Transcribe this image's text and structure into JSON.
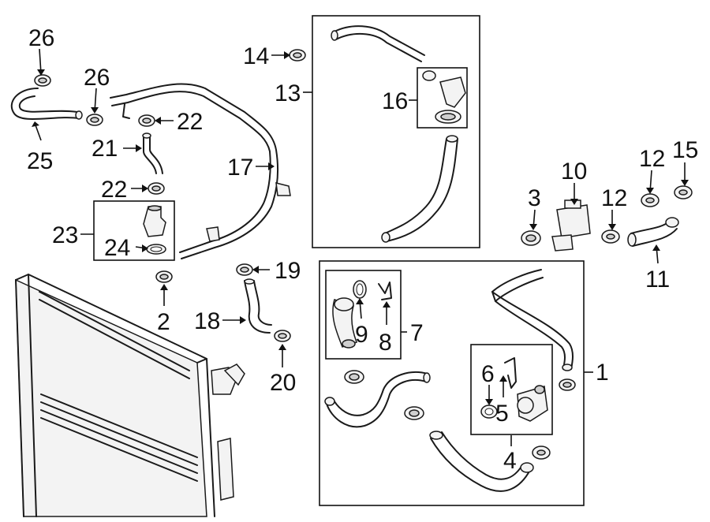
{
  "callouts": [
    {
      "id": "c26a",
      "label": "26"
    },
    {
      "id": "c26b",
      "label": "26"
    },
    {
      "id": "c25",
      "label": "25"
    },
    {
      "id": "c21",
      "label": "21"
    },
    {
      "id": "c22a",
      "label": "22"
    },
    {
      "id": "c22b",
      "label": "22"
    },
    {
      "id": "c23",
      "label": "23"
    },
    {
      "id": "c24",
      "label": "24"
    },
    {
      "id": "c2",
      "label": "2"
    },
    {
      "id": "c14",
      "label": "14"
    },
    {
      "id": "c13",
      "label": "13"
    },
    {
      "id": "c16",
      "label": "16"
    },
    {
      "id": "c17",
      "label": "17"
    },
    {
      "id": "c19",
      "label": "19"
    },
    {
      "id": "c18",
      "label": "18"
    },
    {
      "id": "c20",
      "label": "20"
    },
    {
      "id": "c3",
      "label": "3"
    },
    {
      "id": "c10",
      "label": "10"
    },
    {
      "id": "c12a",
      "label": "12"
    },
    {
      "id": "c12b",
      "label": "12"
    },
    {
      "id": "c15",
      "label": "15"
    },
    {
      "id": "c11",
      "label": "11"
    },
    {
      "id": "c9",
      "label": "9"
    },
    {
      "id": "c8",
      "label": "8"
    },
    {
      "id": "c7",
      "label": "7"
    },
    {
      "id": "c6",
      "label": "6"
    },
    {
      "id": "c5",
      "label": "5"
    },
    {
      "id": "c4",
      "label": "4"
    },
    {
      "id": "c1",
      "label": "1"
    }
  ],
  "colors": {
    "ink": "#111111",
    "background": "#ffffff",
    "part_fill": "#f3f3f3"
  }
}
